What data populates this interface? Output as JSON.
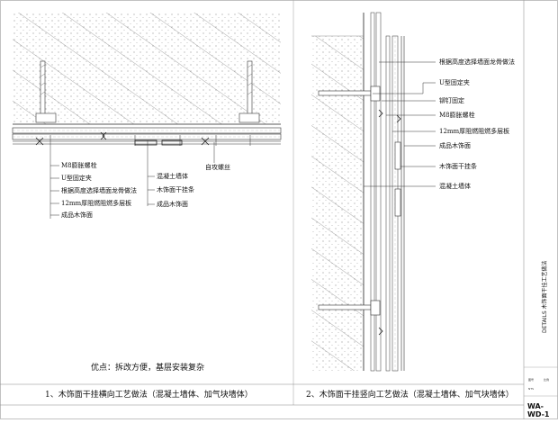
{
  "left_detail": {
    "labels": [
      "M8膨胀螺栓",
      "U型固定夹",
      "根据高度选择墙面龙骨做法",
      "12mm厚阻燃阻燃多层板",
      "成品木饰面"
    ],
    "labels_right": [
      "混凝土墙体",
      "木饰面干挂条",
      "成品木饰面"
    ],
    "label_screw": "自攻螺丝",
    "advantage_note": "优点：拆改方便，基层安装复杂",
    "title": "1、木饰面干挂横向工艺做法（混凝土墙体、加气块墙体）"
  },
  "right_detail": {
    "labels": [
      "根据高度选择墙面龙骨做法",
      "U型固定夹",
      "铆钉固定",
      "M8膨胀螺栓",
      "12mm厚阻燃阻燃多层板",
      "成品木饰面",
      "木饰面干挂条",
      "混凝土墙体"
    ],
    "title": "2、木饰面干挂竖向工艺做法（混凝土墙体、加气块墙体）"
  },
  "title_block": {
    "vertical_title": "DETAILS 木饰面干挂工艺做法",
    "field_1": "图号",
    "field_2": "比例",
    "field_3": "NTS",
    "drawing_code": "WA-WD-1"
  }
}
